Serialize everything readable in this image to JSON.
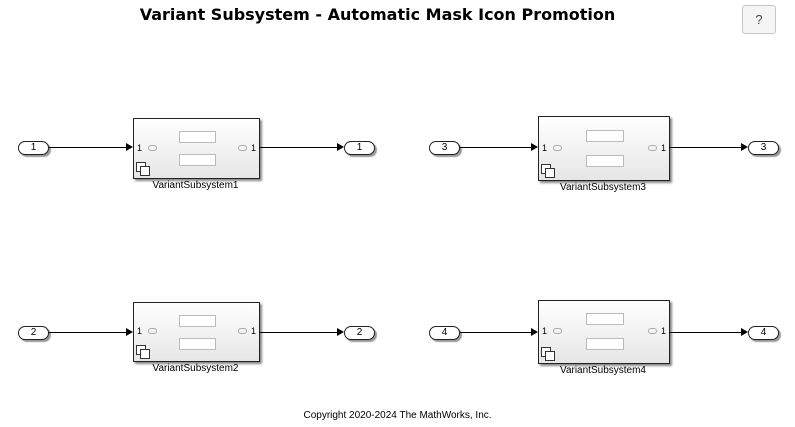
{
  "title": "Variant Subsystem - Automatic Mask Icon Promotion",
  "help_label": "?",
  "copyright": "Copyright 2020-2024 The MathWorks, Inc.",
  "blocks": [
    {
      "name": "VariantSubsystem1",
      "inport": "1",
      "outport": "1",
      "in_pin": "1",
      "out_pin": "1"
    },
    {
      "name": "VariantSubsystem2",
      "inport": "2",
      "outport": "2",
      "in_pin": "1",
      "out_pin": "1"
    },
    {
      "name": "VariantSubsystem3",
      "inport": "3",
      "outport": "3",
      "in_pin": "1",
      "out_pin": "1"
    },
    {
      "name": "VariantSubsystem4",
      "inport": "4",
      "outport": "4",
      "in_pin": "1",
      "out_pin": "1"
    }
  ]
}
